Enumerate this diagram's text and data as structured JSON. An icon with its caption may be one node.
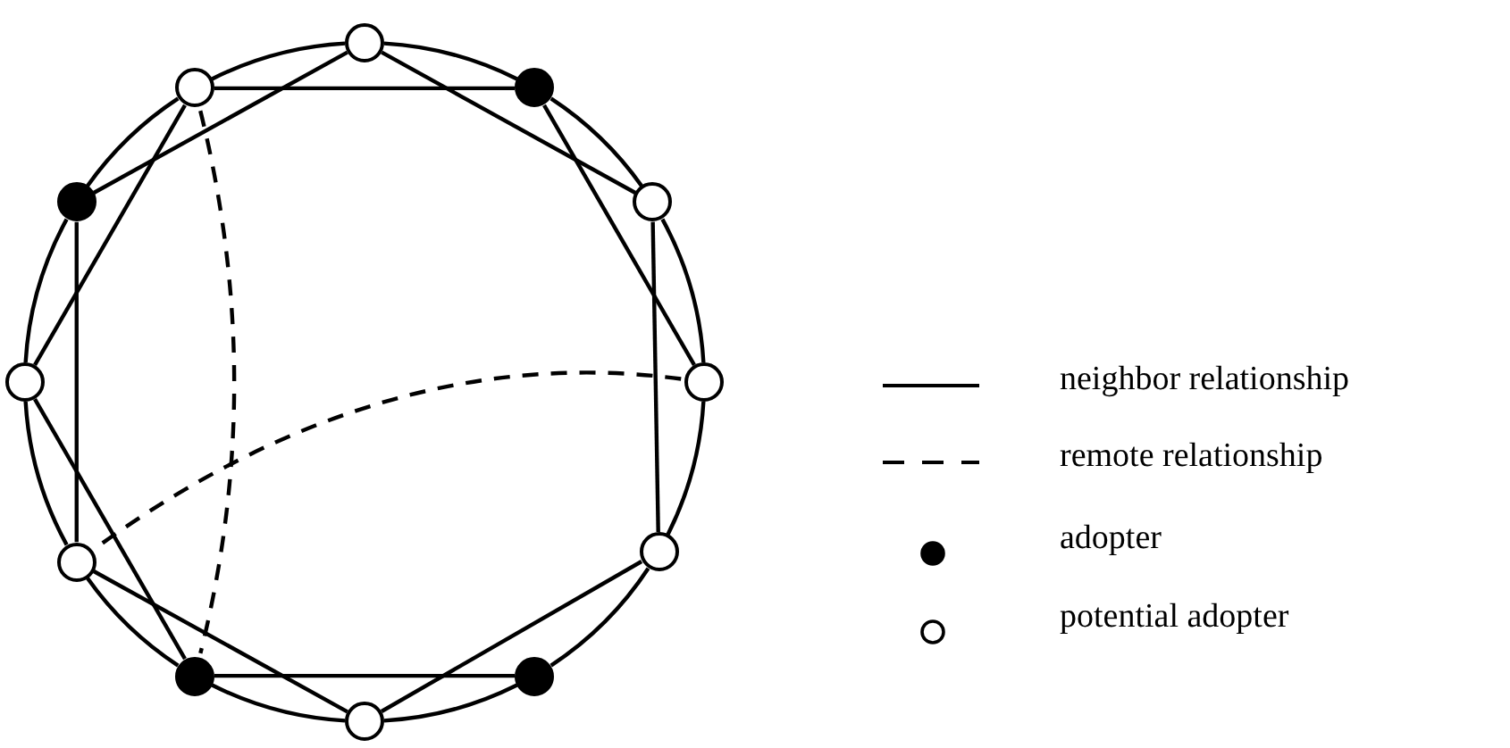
{
  "diagram": {
    "nodes": [
      {
        "text": [],
        "shape": "circle"
      },
      {
        "text": [],
        "shape": "circle"
      },
      {
        "text": [],
        "shape": "circle"
      },
      {
        "text": [],
        "shape": "circle"
      },
      {
        "text": [],
        "shape": "circle"
      },
      {
        "text": [],
        "shape": "circle"
      },
      {
        "text": [],
        "shape": "circle"
      },
      {
        "text": [],
        "shape": "circle"
      },
      {
        "text": [],
        "shape": "circle"
      },
      {
        "text": [],
        "shape": "circle"
      },
      {
        "text": [],
        "shape": "circle"
      },
      {
        "text": [],
        "shape": "circle"
      }
    ],
    "edges": [
      {
        "from": 0,
        "to": 1,
        "arrow": "none"
      },
      {
        "from": 1,
        "to": 2,
        "arrow": "none"
      },
      {
        "from": 2,
        "to": 3,
        "arrow": "none"
      },
      {
        "from": 3,
        "to": 4,
        "arrow": "none"
      },
      {
        "from": 4,
        "to": 5,
        "arrow": "none"
      },
      {
        "from": 5,
        "to": 6,
        "arrow": "none"
      },
      {
        "from": 6,
        "to": 7,
        "arrow": "none"
      },
      {
        "from": 7,
        "to": 8,
        "arrow": "none"
      },
      {
        "from": 8,
        "to": 9,
        "arrow": "none"
      },
      {
        "from": 9,
        "to": 10,
        "arrow": "none"
      },
      {
        "from": 10,
        "to": 11,
        "arrow": "none"
      },
      {
        "from": 11,
        "to": 0,
        "arrow": "none"
      },
      {
        "from": 0,
        "to": 2,
        "arrow": "none"
      },
      {
        "from": 1,
        "to": 3,
        "arrow": "none"
      },
      {
        "from": 2,
        "to": 4,
        "arrow": "none"
      },
      {
        "from": 4,
        "to": 6,
        "arrow": "none"
      },
      {
        "from": 5,
        "to": 7,
        "arrow": "none"
      },
      {
        "from": 6,
        "to": 8,
        "arrow": "none"
      },
      {
        "from": 7,
        "to": 9,
        "arrow": "none"
      },
      {
        "from": 8,
        "to": 10,
        "arrow": "none"
      },
      {
        "from": 9,
        "to": 11,
        "arrow": "none"
      },
      {
        "from": 10,
        "to": 0,
        "arrow": "none"
      },
      {
        "from": 11,
        "to": 1,
        "arrow": "none"
      },
      {
        "from": 3,
        "to": 8,
        "arrow": "none",
        "style": "dashed"
      },
      {
        "from": 11,
        "to": 7,
        "arrow": "none",
        "style": "dashed"
      }
    ],
    "legend": [
      {
        "text": "neighbor relationship"
      },
      {
        "text": "remote relationship"
      },
      {
        "text": "adopter"
      },
      {
        "text": "potential adopter"
      }
    ]
  }
}
